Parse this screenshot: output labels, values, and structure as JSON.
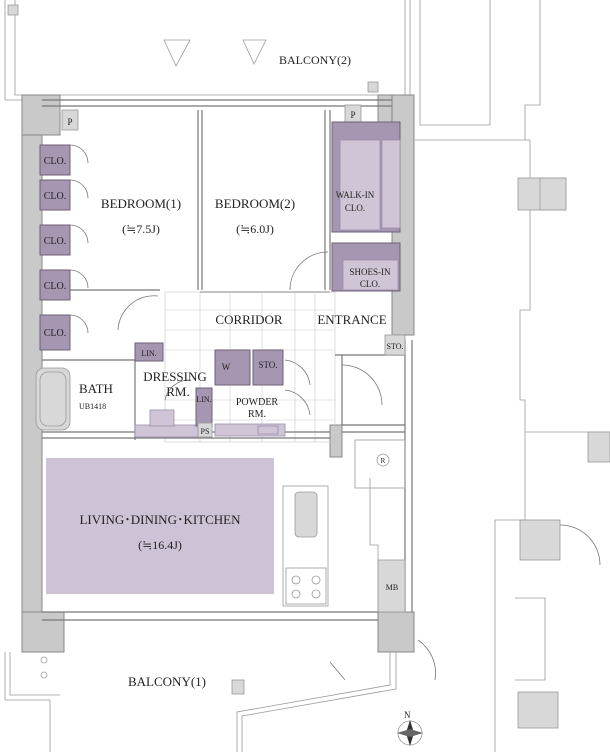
{
  "rooms": {
    "balcony_top": "BALCONY(2)",
    "balcony_bottom": "BALCONY(1)",
    "bedroom1": "BEDROOM(1)",
    "bedroom1_size": "(≒7.5J)",
    "bedroom2": "BEDROOM(2)",
    "bedroom2_size": "(≒6.0J)",
    "walkin_line1": "WALK-IN",
    "walkin_line2": "CLO.",
    "shoesin_line1": "SHOES-IN",
    "shoesin_line2": "CLO.",
    "corridor": "CORRIDOR",
    "entrance": "ENTRANCE",
    "dressing_line1": "DRESSING",
    "dressing_line2": "RM.",
    "bath": "BATH",
    "bath_unit": "UB1418",
    "powder_line1": "POWDER",
    "powder_line2": "RM.",
    "ldk": "LIVING･DINING･KITCHEN",
    "ldk_size": "(≒16.4J)"
  },
  "fixtures": {
    "clo": "CLO.",
    "lin": "LIN.",
    "sto": "STO.",
    "w": "W",
    "ps": "PS",
    "p": "P",
    "mb": "MB",
    "r": "R",
    "north": "N"
  },
  "colors": {
    "storage": "#a596b1",
    "ldk_fill": "#cec3d6",
    "wall": "#c9c9c9"
  }
}
